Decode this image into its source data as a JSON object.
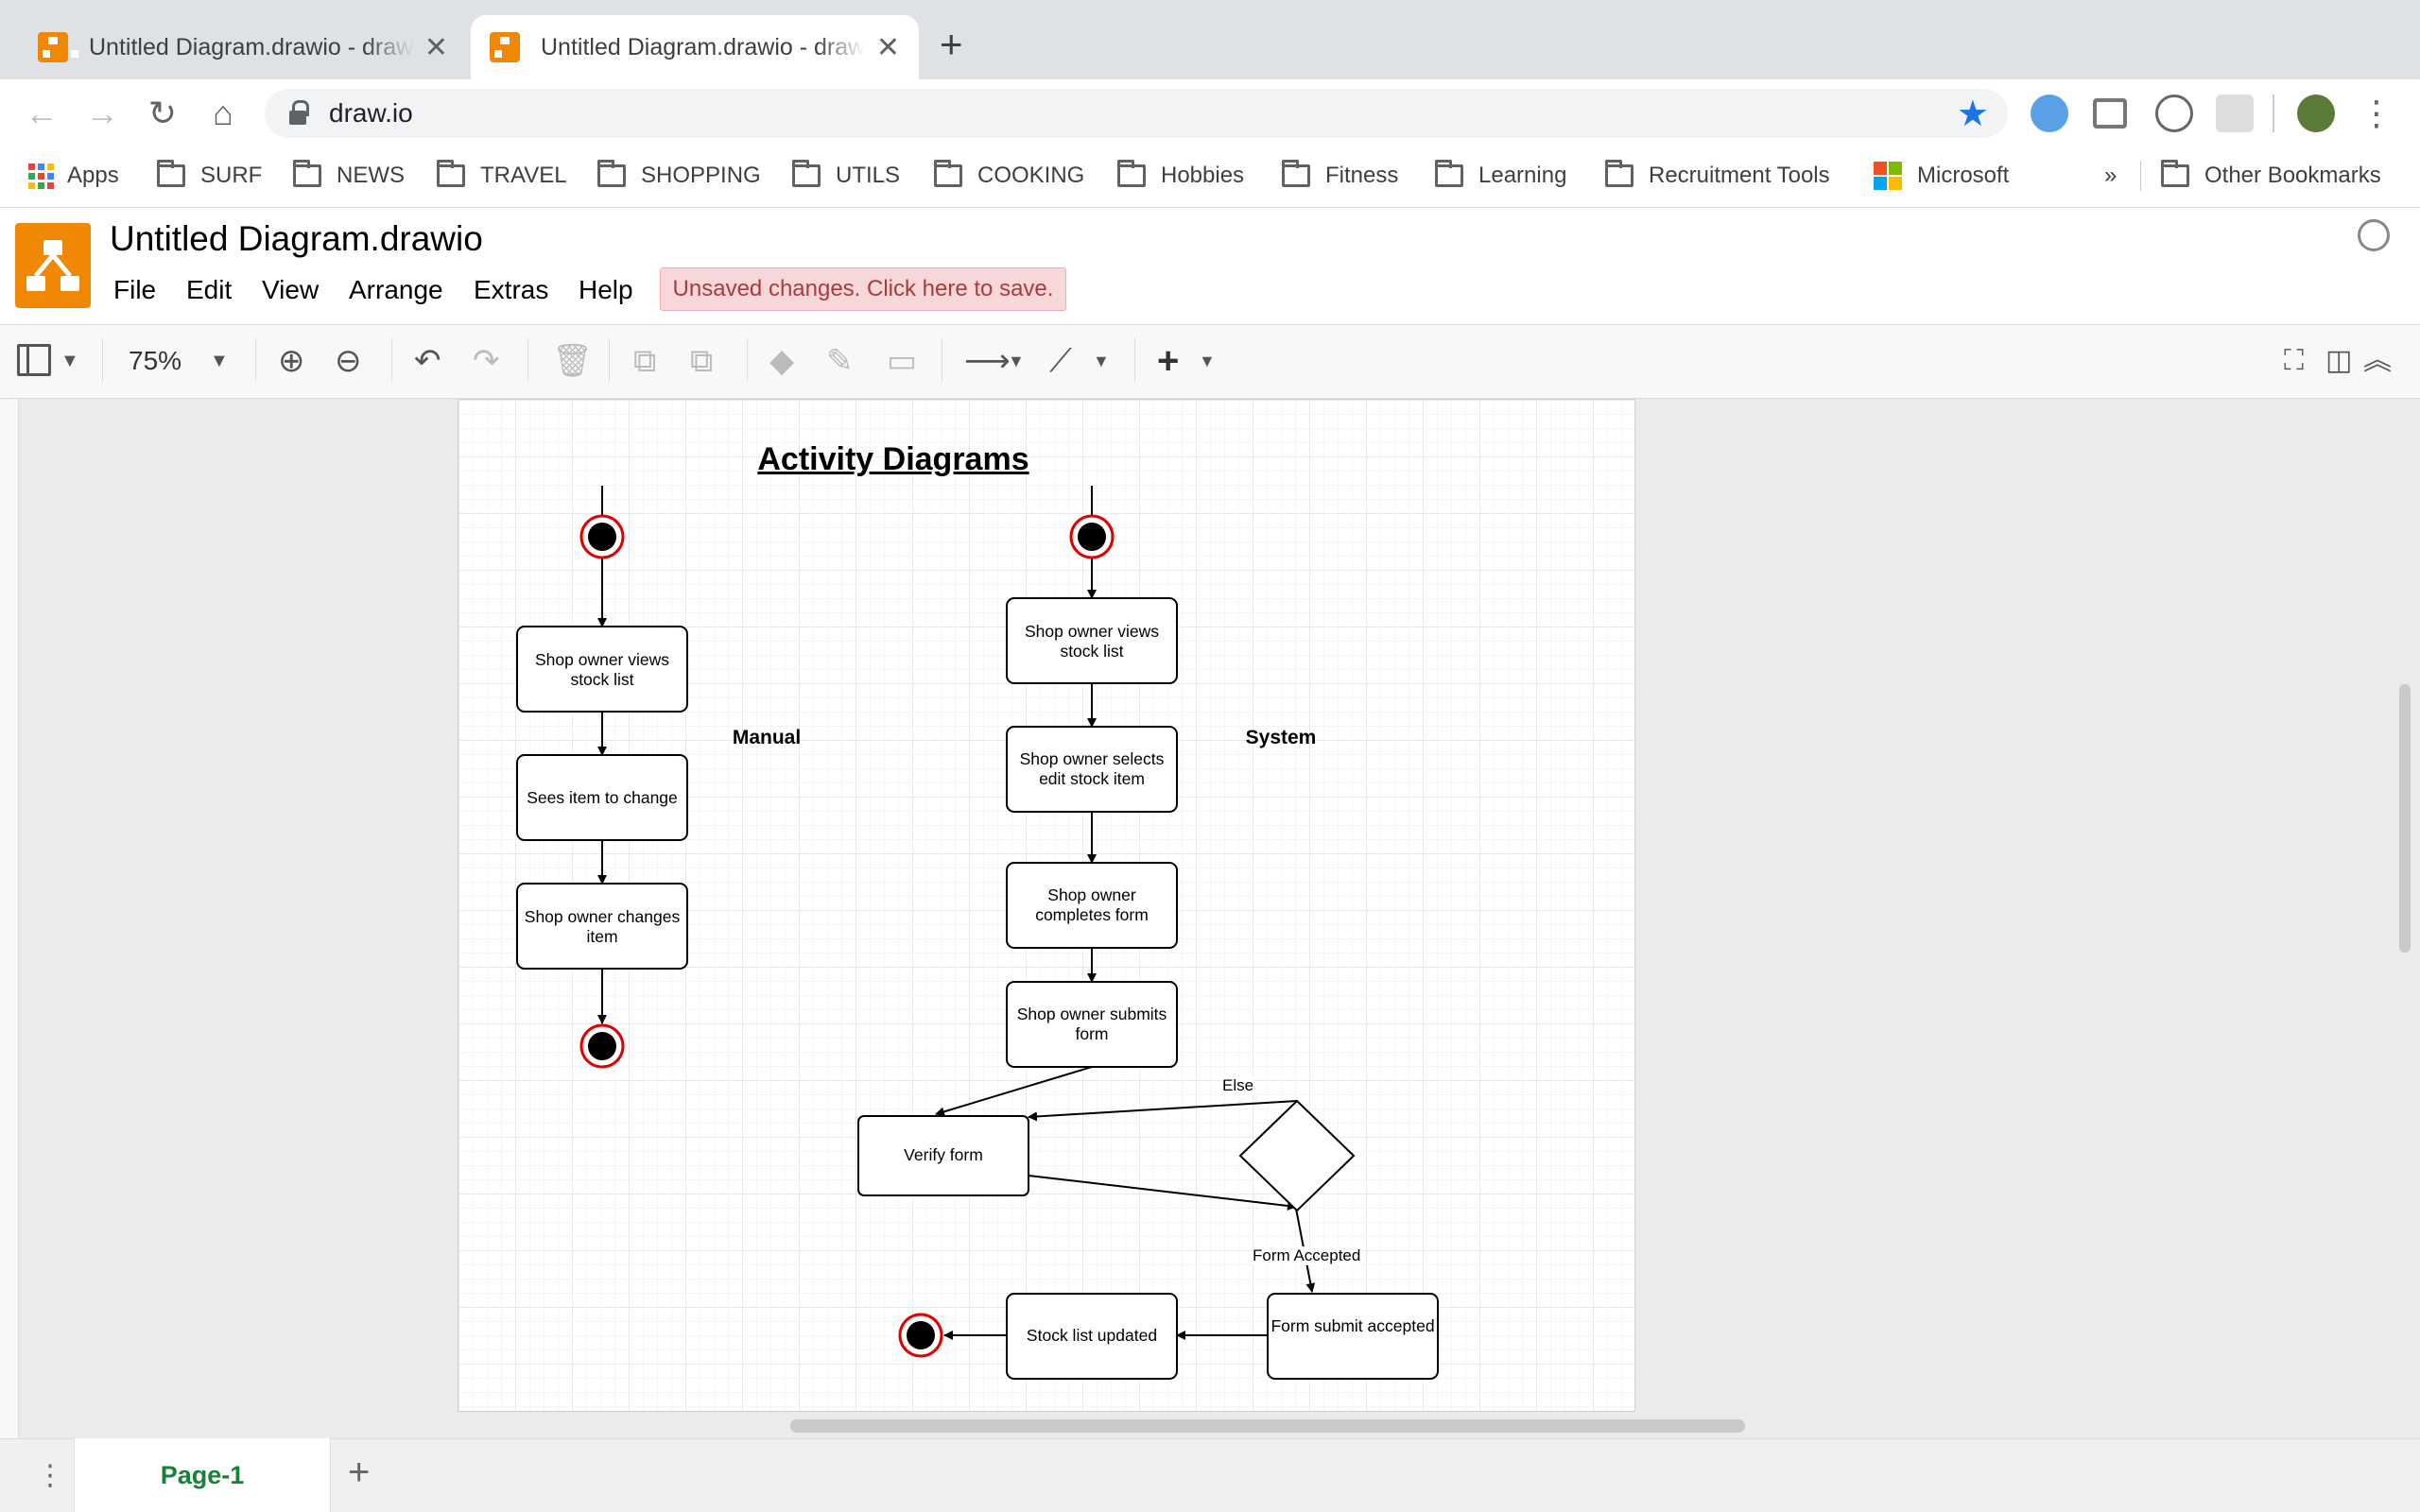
{
  "browser": {
    "tabs": [
      {
        "title": "Untitled Diagram.drawio - draw.io"
      },
      {
        "title": "Untitled Diagram.drawio - draw.io"
      }
    ],
    "url": "draw.io",
    "bookmarks": [
      "Apps",
      "SURF",
      "NEWS",
      "TRAVEL",
      "SHOPPING",
      "UTILS",
      "COOKING",
      "Hobbies",
      "Fitness",
      "Learning",
      "Recruitment Tools",
      "Microsoft"
    ],
    "overflow": "»",
    "other_bookmarks": "Other Bookmarks"
  },
  "app": {
    "title": "Untitled Diagram.drawio",
    "menu": [
      "File",
      "Edit",
      "View",
      "Arrange",
      "Extras",
      "Help"
    ],
    "unsaved": "Unsaved changes. Click here to save.",
    "zoom": "75%"
  },
  "diagram": {
    "title": "Activity Diagrams",
    "manual_label": "Manual",
    "system_label": "System",
    "manual_steps": [
      "Shop owner views stock list",
      "Sees item to change",
      "Shop owner changes item"
    ],
    "system_steps": [
      "Shop owner views stock list",
      "Shop owner selects edit stock item",
      "Shop owner completes form",
      "Shop owner submits form"
    ],
    "verify": "Verify form",
    "else": "Else",
    "form_accepted": "Form Accepted",
    "accepted_box": "Form submit accepted",
    "updated_box": "Stock list updated"
  },
  "pages": {
    "current": "Page-1"
  },
  "colors": {
    "accent": "#f08705",
    "unsaved_bg": "#f8d7da",
    "page_tab": "#188038",
    "start_ring": "#e00000"
  }
}
